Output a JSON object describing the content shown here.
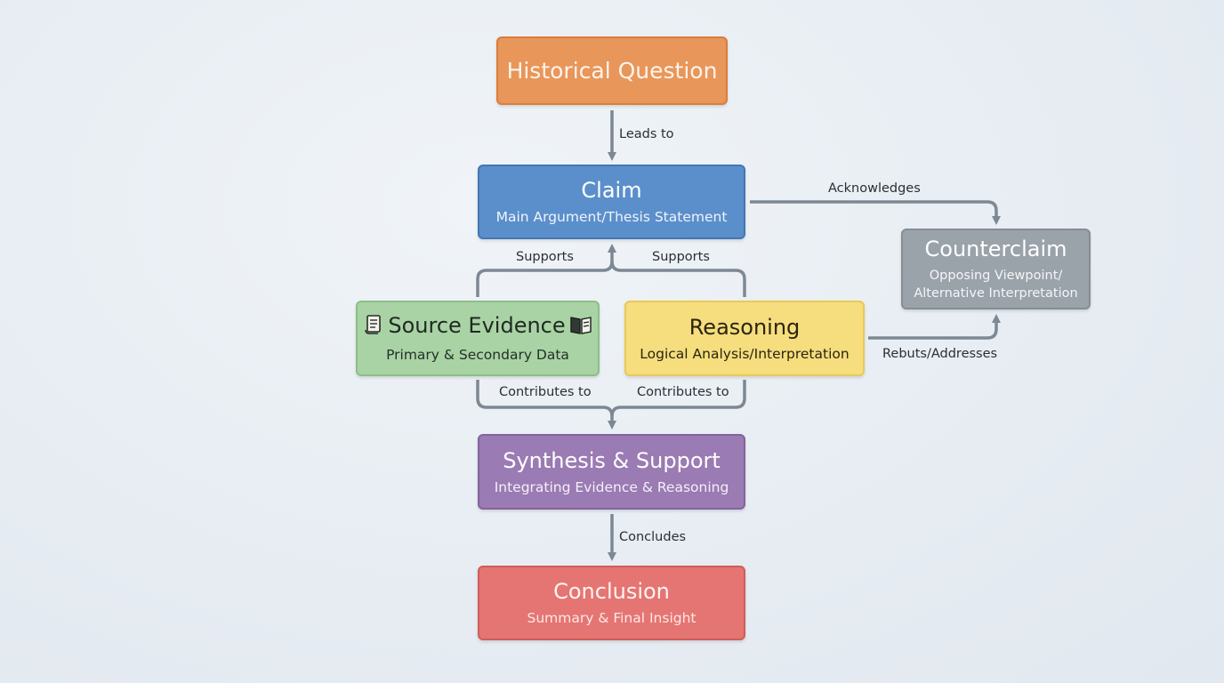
{
  "nodes": {
    "question": {
      "title": "Historical Question"
    },
    "claim": {
      "title": "Claim",
      "subtitle": "Main Argument/Thesis Statement"
    },
    "counterclaim": {
      "title": "Counterclaim",
      "subtitle_line1": "Opposing Viewpoint/",
      "subtitle_line2": "Alternative Interpretation"
    },
    "evidence": {
      "title": "Source Evidence",
      "subtitle": "Primary & Secondary Data",
      "icon_left": "scroll-icon",
      "icon_right": "open-book-icon"
    },
    "reasoning": {
      "title": "Reasoning",
      "subtitle": "Logical Analysis/Interpretation"
    },
    "synthesis": {
      "title": "Synthesis & Support",
      "subtitle": "Integrating Evidence & Reasoning"
    },
    "conclusion": {
      "title": "Conclusion",
      "subtitle": "Summary & Final Insight"
    }
  },
  "edges": {
    "leads_to": "Leads to",
    "acknowledges": "Acknowledges",
    "supports_left": "Supports",
    "supports_right": "Supports",
    "rebuts": "Rebuts/Addresses",
    "contributes_left": "Contributes to",
    "contributes_right": "Contributes to",
    "concludes": "Concludes"
  },
  "colors": {
    "question": "#e8965a",
    "claim": "#5b8fcb",
    "counterclaim": "#9aa2aa",
    "evidence": "#a9d3a4",
    "reasoning": "#f6dd7e",
    "synthesis": "#9b7bb3",
    "conclusion": "#e57572",
    "connector": "#7d8893"
  }
}
